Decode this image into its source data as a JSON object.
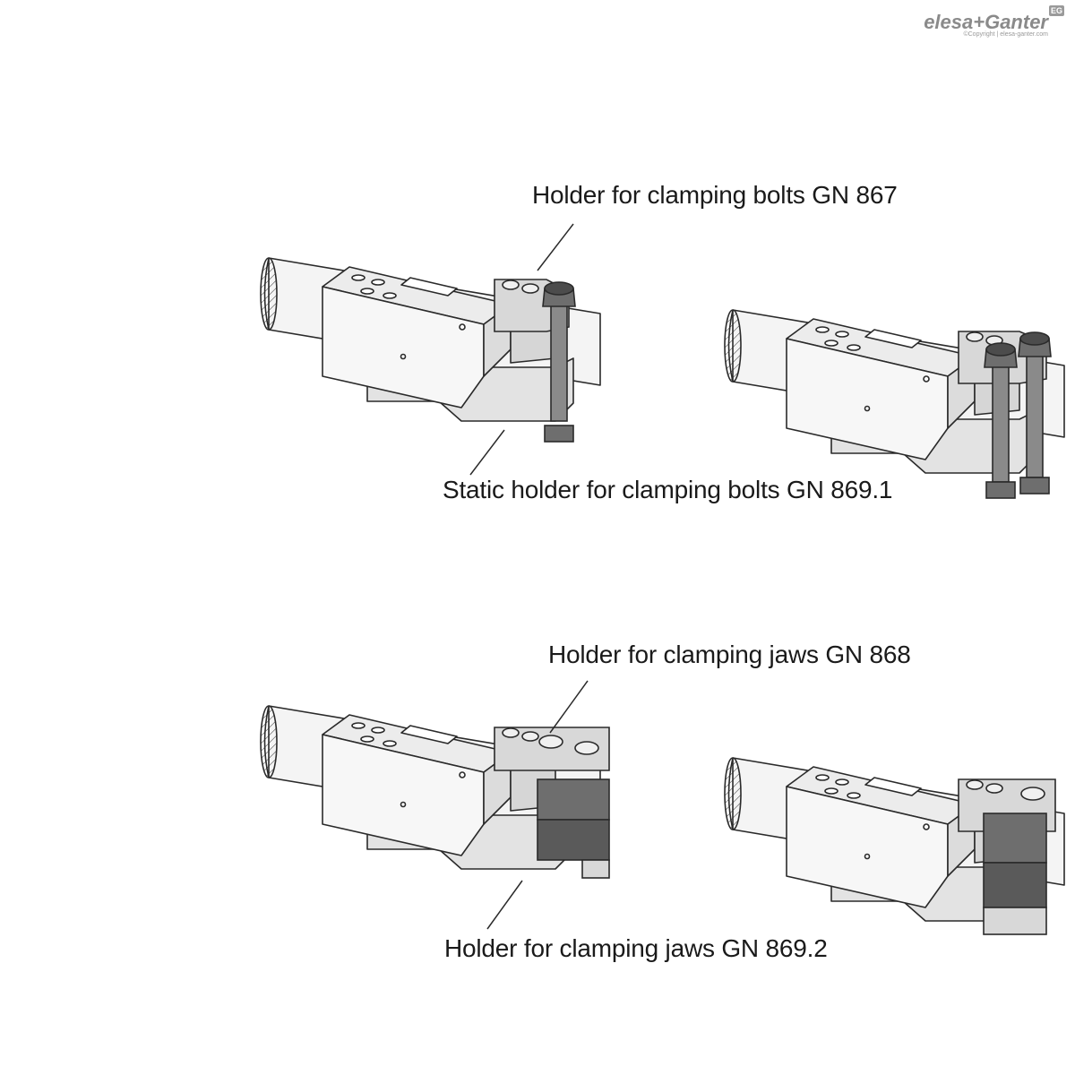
{
  "labels": {
    "gn867": "Holder for clamping bolts GN 867",
    "gn8691": "Static holder for clamping bolts GN 869.1",
    "gn868": "Holder for clamping jaws GN 868",
    "gn8692": "Holder for clamping jaws GN 869.2"
  },
  "brand": {
    "name": "elesa+Ganter",
    "mark": "EG",
    "copyright": "©Copyright | elesa-ganter.com"
  },
  "colors": {
    "outline": "#2a2a2a",
    "light": "#e6e6e6",
    "body": "#f4f4f4",
    "medium": "#bdbdbd",
    "dark": "#6e6e6e",
    "darker": "#4c4c4c",
    "brand": "#8a8a8a"
  }
}
